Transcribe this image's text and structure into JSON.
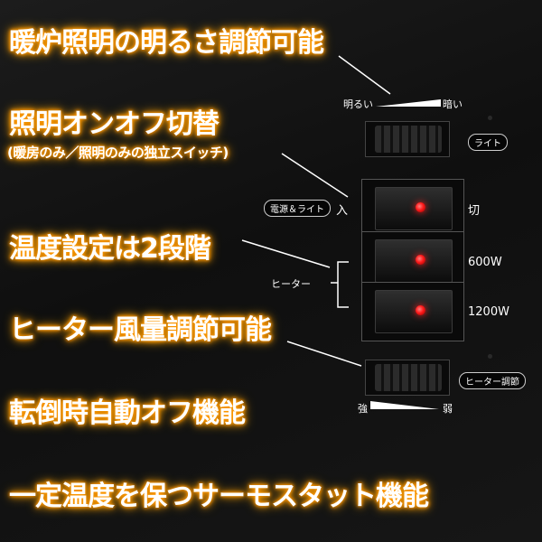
{
  "features": [
    "暖炉照明の明るさ調節可能",
    "照明オンオフ切替",
    "(暖房のみ／照明のみの独立スイッチ)",
    "温度設定は2段階",
    "ヒーター風量調節可能",
    "転倒時自動オフ機能",
    "一定温度を保つサーモスタット機能"
  ],
  "panel": {
    "brightness": {
      "bright_label": "明るい",
      "dark_label": "暗い"
    },
    "light_badge": "ライト",
    "power_badge": "電源＆ライト",
    "on_label": "入",
    "off_label": "切",
    "heater_label": "ヒーター",
    "watt_600": "600W",
    "watt_1200": "1200W",
    "heater_adjust_badge": "ヒーター調節",
    "strength": {
      "strong_label": "強",
      "weak_label": "弱"
    }
  },
  "colors": {
    "glow": "#ff9800",
    "lamp": "#ff1a1a",
    "panel": "#141414"
  }
}
